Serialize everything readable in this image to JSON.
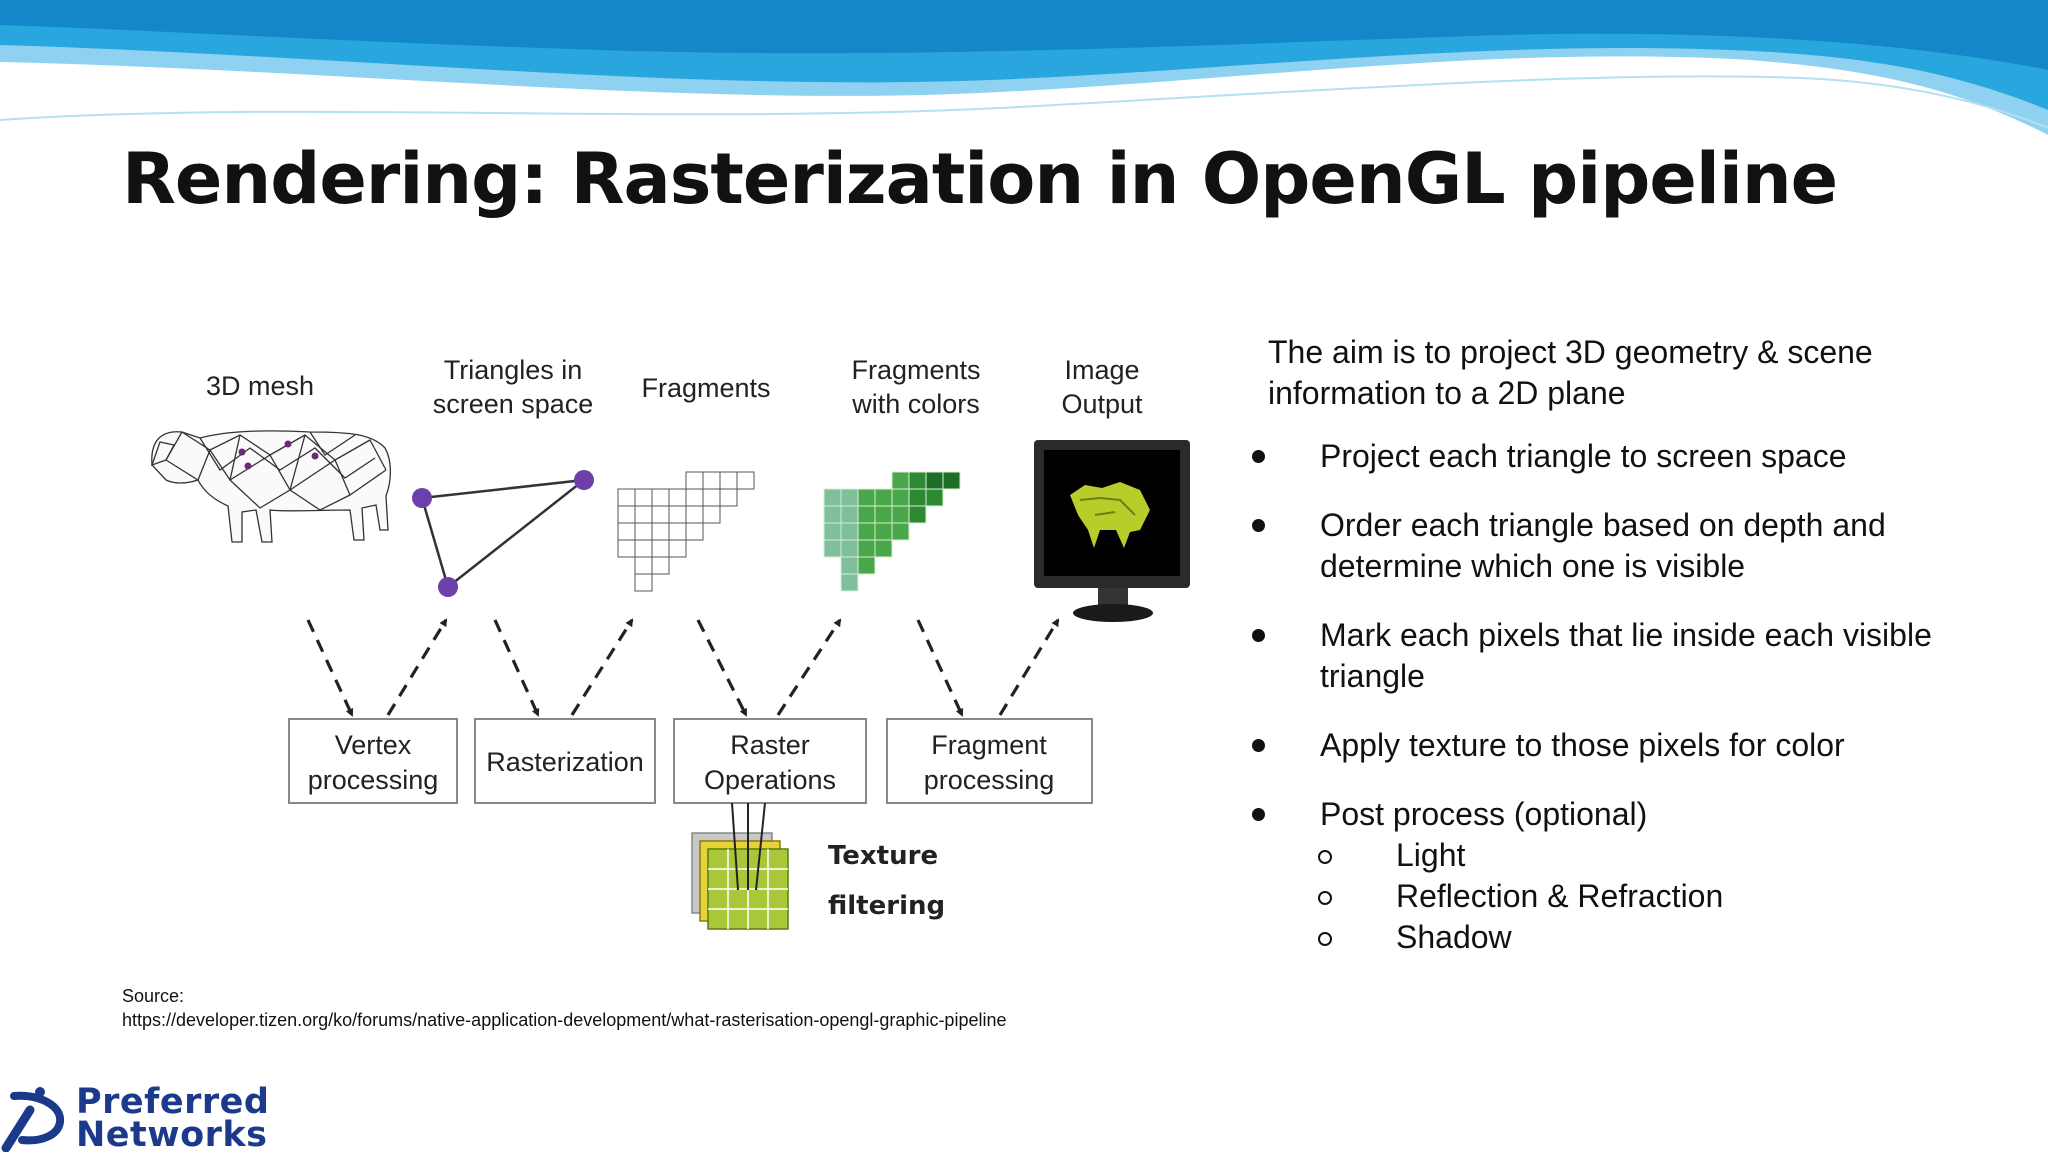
{
  "slide": {
    "title": "Rendering: Rasterization in OpenGL pipeline",
    "colors": {
      "wave": "#1e9bd7",
      "wave_light": "#8fd1f0",
      "logo": "#1c3a8c"
    }
  },
  "diagram": {
    "stage_labels": {
      "mesh": "3D mesh",
      "triangles_l1": "Triangles in",
      "triangles_l2": "screen space",
      "fragments": "Fragments",
      "colored_l1": "Fragments",
      "colored_l2": "with colors",
      "image_l1": "Image",
      "image_l2": "Output"
    },
    "process_boxes": {
      "vertex_l1": "Vertex",
      "vertex_l2": "processing",
      "raster": "Rasterization",
      "rops_l1": "Raster",
      "rops_l2": "Operations",
      "fragment_l1": "Fragment",
      "fragment_l2": "processing"
    },
    "texture": {
      "l1": "Texture",
      "l2": "filtering"
    }
  },
  "panel": {
    "intro": "The aim is to project 3D geometry & scene information to a 2D plane",
    "bullets": [
      "Project each triangle to screen space",
      "Order each triangle based on depth and determine which one is visible",
      "Mark each pixels that lie inside each visible triangle",
      "Apply texture to those pixels for color",
      "Post process (optional)"
    ],
    "sub_bullets": [
      "Light",
      "Reflection & Refraction",
      "Shadow"
    ]
  },
  "source": {
    "label": "Source:",
    "url": "https://developer.tizen.org/ko/forums/native-application-development/what-rasterisation-opengl-graphic-pipeline"
  },
  "logo": {
    "line1": "Preferred",
    "line2": "Networks"
  }
}
